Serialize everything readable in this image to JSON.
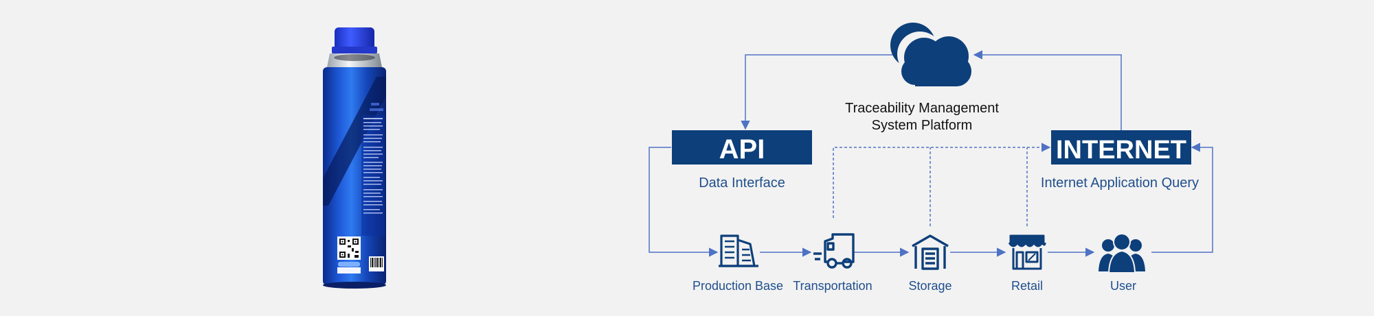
{
  "colors": {
    "navy": "#0d3f7a",
    "arrow": "#4f72c4",
    "caption": "#1f4e8c",
    "background": "#f2f2f2"
  },
  "platform": {
    "line1": "Traceability Management",
    "line2": "System Platform",
    "icon": "cloud-icon"
  },
  "api": {
    "title": "API",
    "caption": "Data Interface"
  },
  "internet": {
    "title": "INTERNET",
    "caption": "Internet Application Query"
  },
  "chain": [
    {
      "label": "Production Base",
      "icon": "factory-building-icon"
    },
    {
      "label": "Transportation",
      "icon": "delivery-truck-icon"
    },
    {
      "label": "Storage",
      "icon": "warehouse-icon"
    },
    {
      "label": "Retail",
      "icon": "storefront-icon"
    },
    {
      "label": "User",
      "icon": "users-group-icon"
    }
  ],
  "product": {
    "description": "blue aerosol bottle with blue cap"
  }
}
